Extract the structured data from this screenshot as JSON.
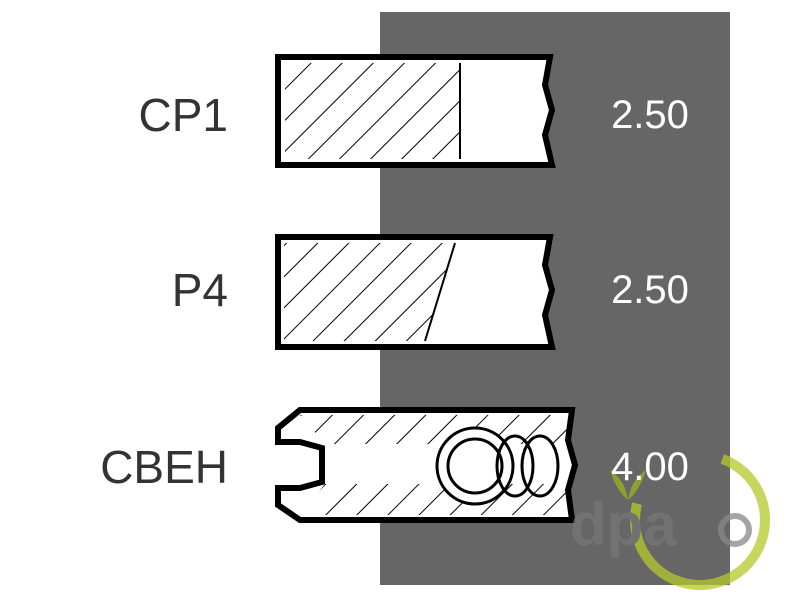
{
  "rings": [
    {
      "name": "CP1",
      "value": "2.50"
    },
    {
      "name": "P4",
      "value": "2.50"
    },
    {
      "name": "CBEH",
      "value": "4.00"
    }
  ],
  "colors": {
    "panel": "#666666",
    "outline": "#000000",
    "watermark": "#b5c92a"
  },
  "watermark": {
    "text": "dpa"
  }
}
